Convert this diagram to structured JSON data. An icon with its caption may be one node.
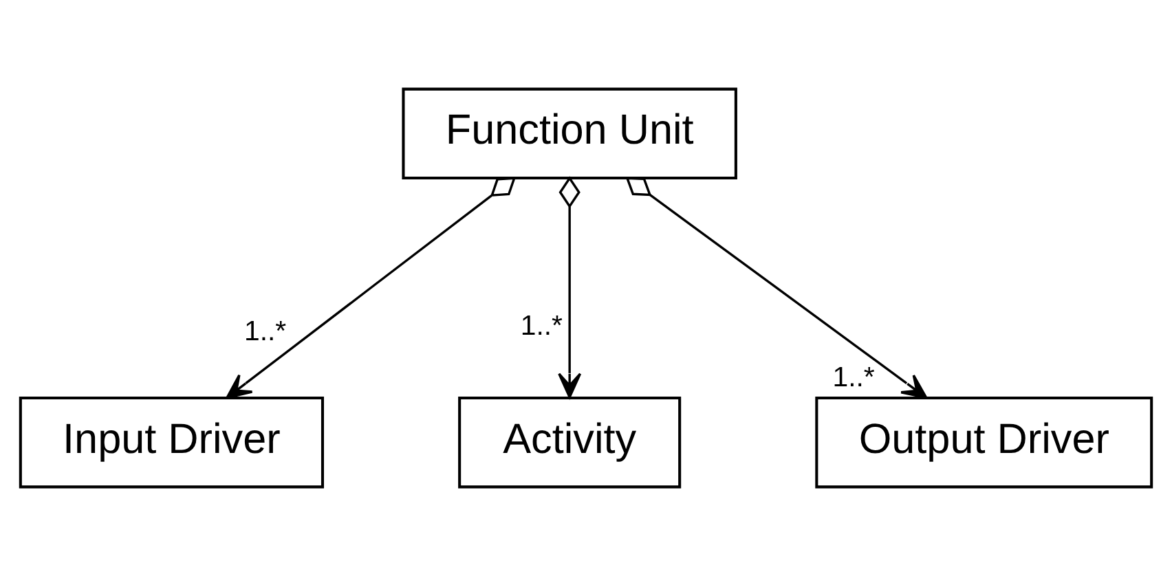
{
  "diagram": {
    "nodes": [
      {
        "text": [
          "Function Unit"
        ]
      },
      {
        "text": [
          "Input Driver"
        ]
      },
      {
        "text": [
          "Activity"
        ]
      },
      {
        "text": [
          "Output Driver"
        ]
      }
    ],
    "edges": [
      {
        "from": 0,
        "to": 1,
        "arrow": "to",
        "label": "1..*"
      },
      {
        "from": 0,
        "to": 2,
        "arrow": "to",
        "label": "1..*"
      },
      {
        "from": 0,
        "to": 3,
        "arrow": "to",
        "label": "1..*"
      }
    ]
  }
}
